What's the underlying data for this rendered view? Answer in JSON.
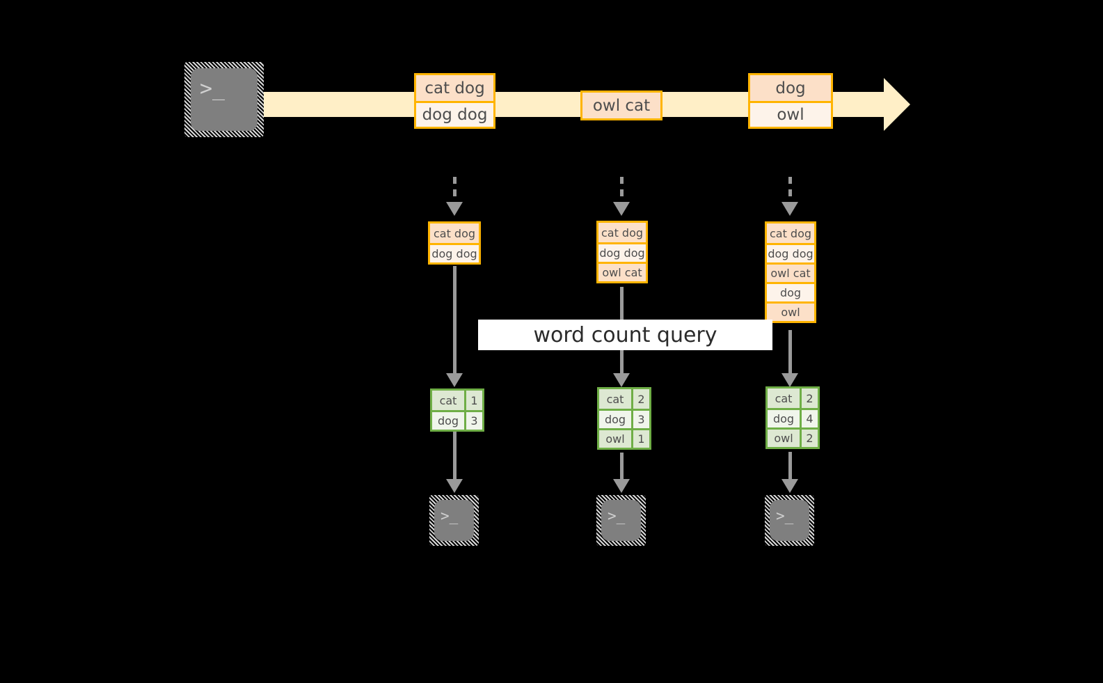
{
  "diagram": {
    "title_label": "word count query",
    "colors": {
      "background": "#000000",
      "stream_fill": "#FFEFC7",
      "box_border": "#FFB400",
      "box_fill_alt": "#FCE0C8",
      "box_fill_plain": "#FDF3EA",
      "table_border": "#6FAE46",
      "table_fill_alt": "#DDE8D2",
      "table_fill_plain": "#F0F5EB",
      "connector": "#9A9A9A",
      "terminal_body": "#7F7F7F",
      "label_background": "#FFFFFF",
      "text": "#4D4D4D"
    },
    "terminal_glyph": ">_",
    "producer": {
      "icon": "terminal-icon"
    },
    "stream": {
      "messages": [
        {
          "rows": [
            "cat dog",
            "dog dog"
          ]
        },
        {
          "rows": [
            "owl cat"
          ]
        },
        {
          "rows": [
            "dog",
            "owl"
          ]
        }
      ]
    },
    "columns": [
      {
        "stream_state": [
          "cat dog",
          "dog dog"
        ],
        "result": {
          "keys": [
            "cat",
            "dog"
          ],
          "values": [
            "1",
            "3"
          ]
        },
        "consumer_icon": "terminal-icon"
      },
      {
        "stream_state": [
          "cat dog",
          "dog dog",
          "owl cat"
        ],
        "result": {
          "keys": [
            "cat",
            "dog",
            "owl"
          ],
          "values": [
            "2",
            "3",
            "1"
          ]
        },
        "consumer_icon": "terminal-icon"
      },
      {
        "stream_state": [
          "cat dog",
          "dog dog",
          "owl cat",
          "dog",
          "owl"
        ],
        "result": {
          "keys": [
            "cat",
            "dog",
            "owl"
          ],
          "values": [
            "2",
            "4",
            "2"
          ]
        },
        "consumer_icon": "terminal-icon"
      }
    ]
  }
}
